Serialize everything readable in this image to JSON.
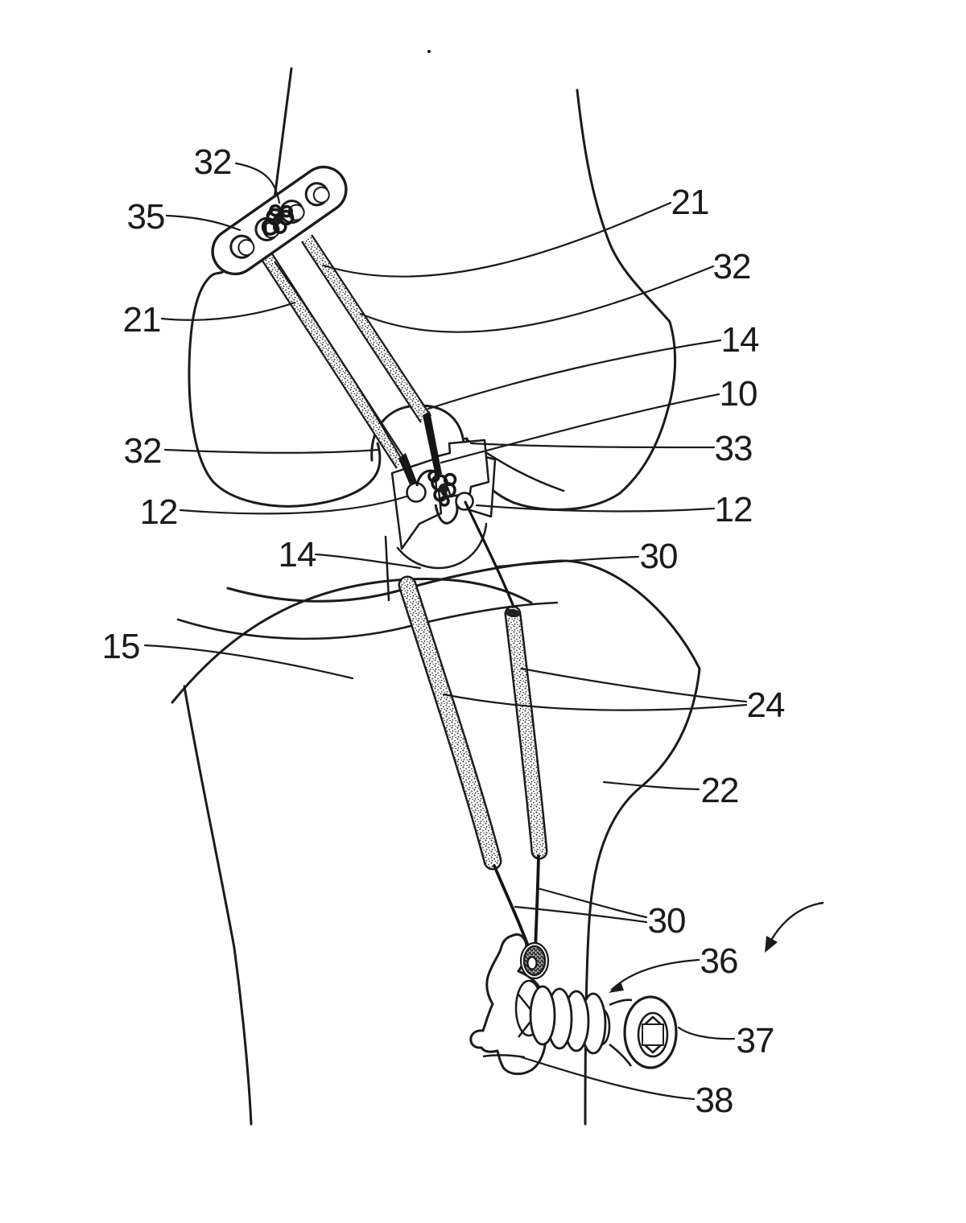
{
  "figure": {
    "kind": "patent-line-drawing",
    "subject": "knee joint with ligament graft fixation implant"
  },
  "colors": {
    "ink": "#1b1b1b",
    "paper": "#ffffff"
  },
  "labels": {
    "l32_plate_knot": "32",
    "l35_plate": "35",
    "l21_left": "21",
    "l32_left": "32",
    "l12_left": "12",
    "l14_left": "14",
    "l15_tibia_outline": "15",
    "l21_right": "21",
    "l32_right": "32",
    "l14_right": "14",
    "l10_implant": "10",
    "l33_flap": "33",
    "l12_right": "12",
    "l30_upper": "30",
    "l24_grafts": "24",
    "l22_tibia": "22",
    "l30_lower": "30",
    "l36_screw": "36",
    "l37_hex_socket": "37",
    "l38_bone_flap": "38"
  }
}
